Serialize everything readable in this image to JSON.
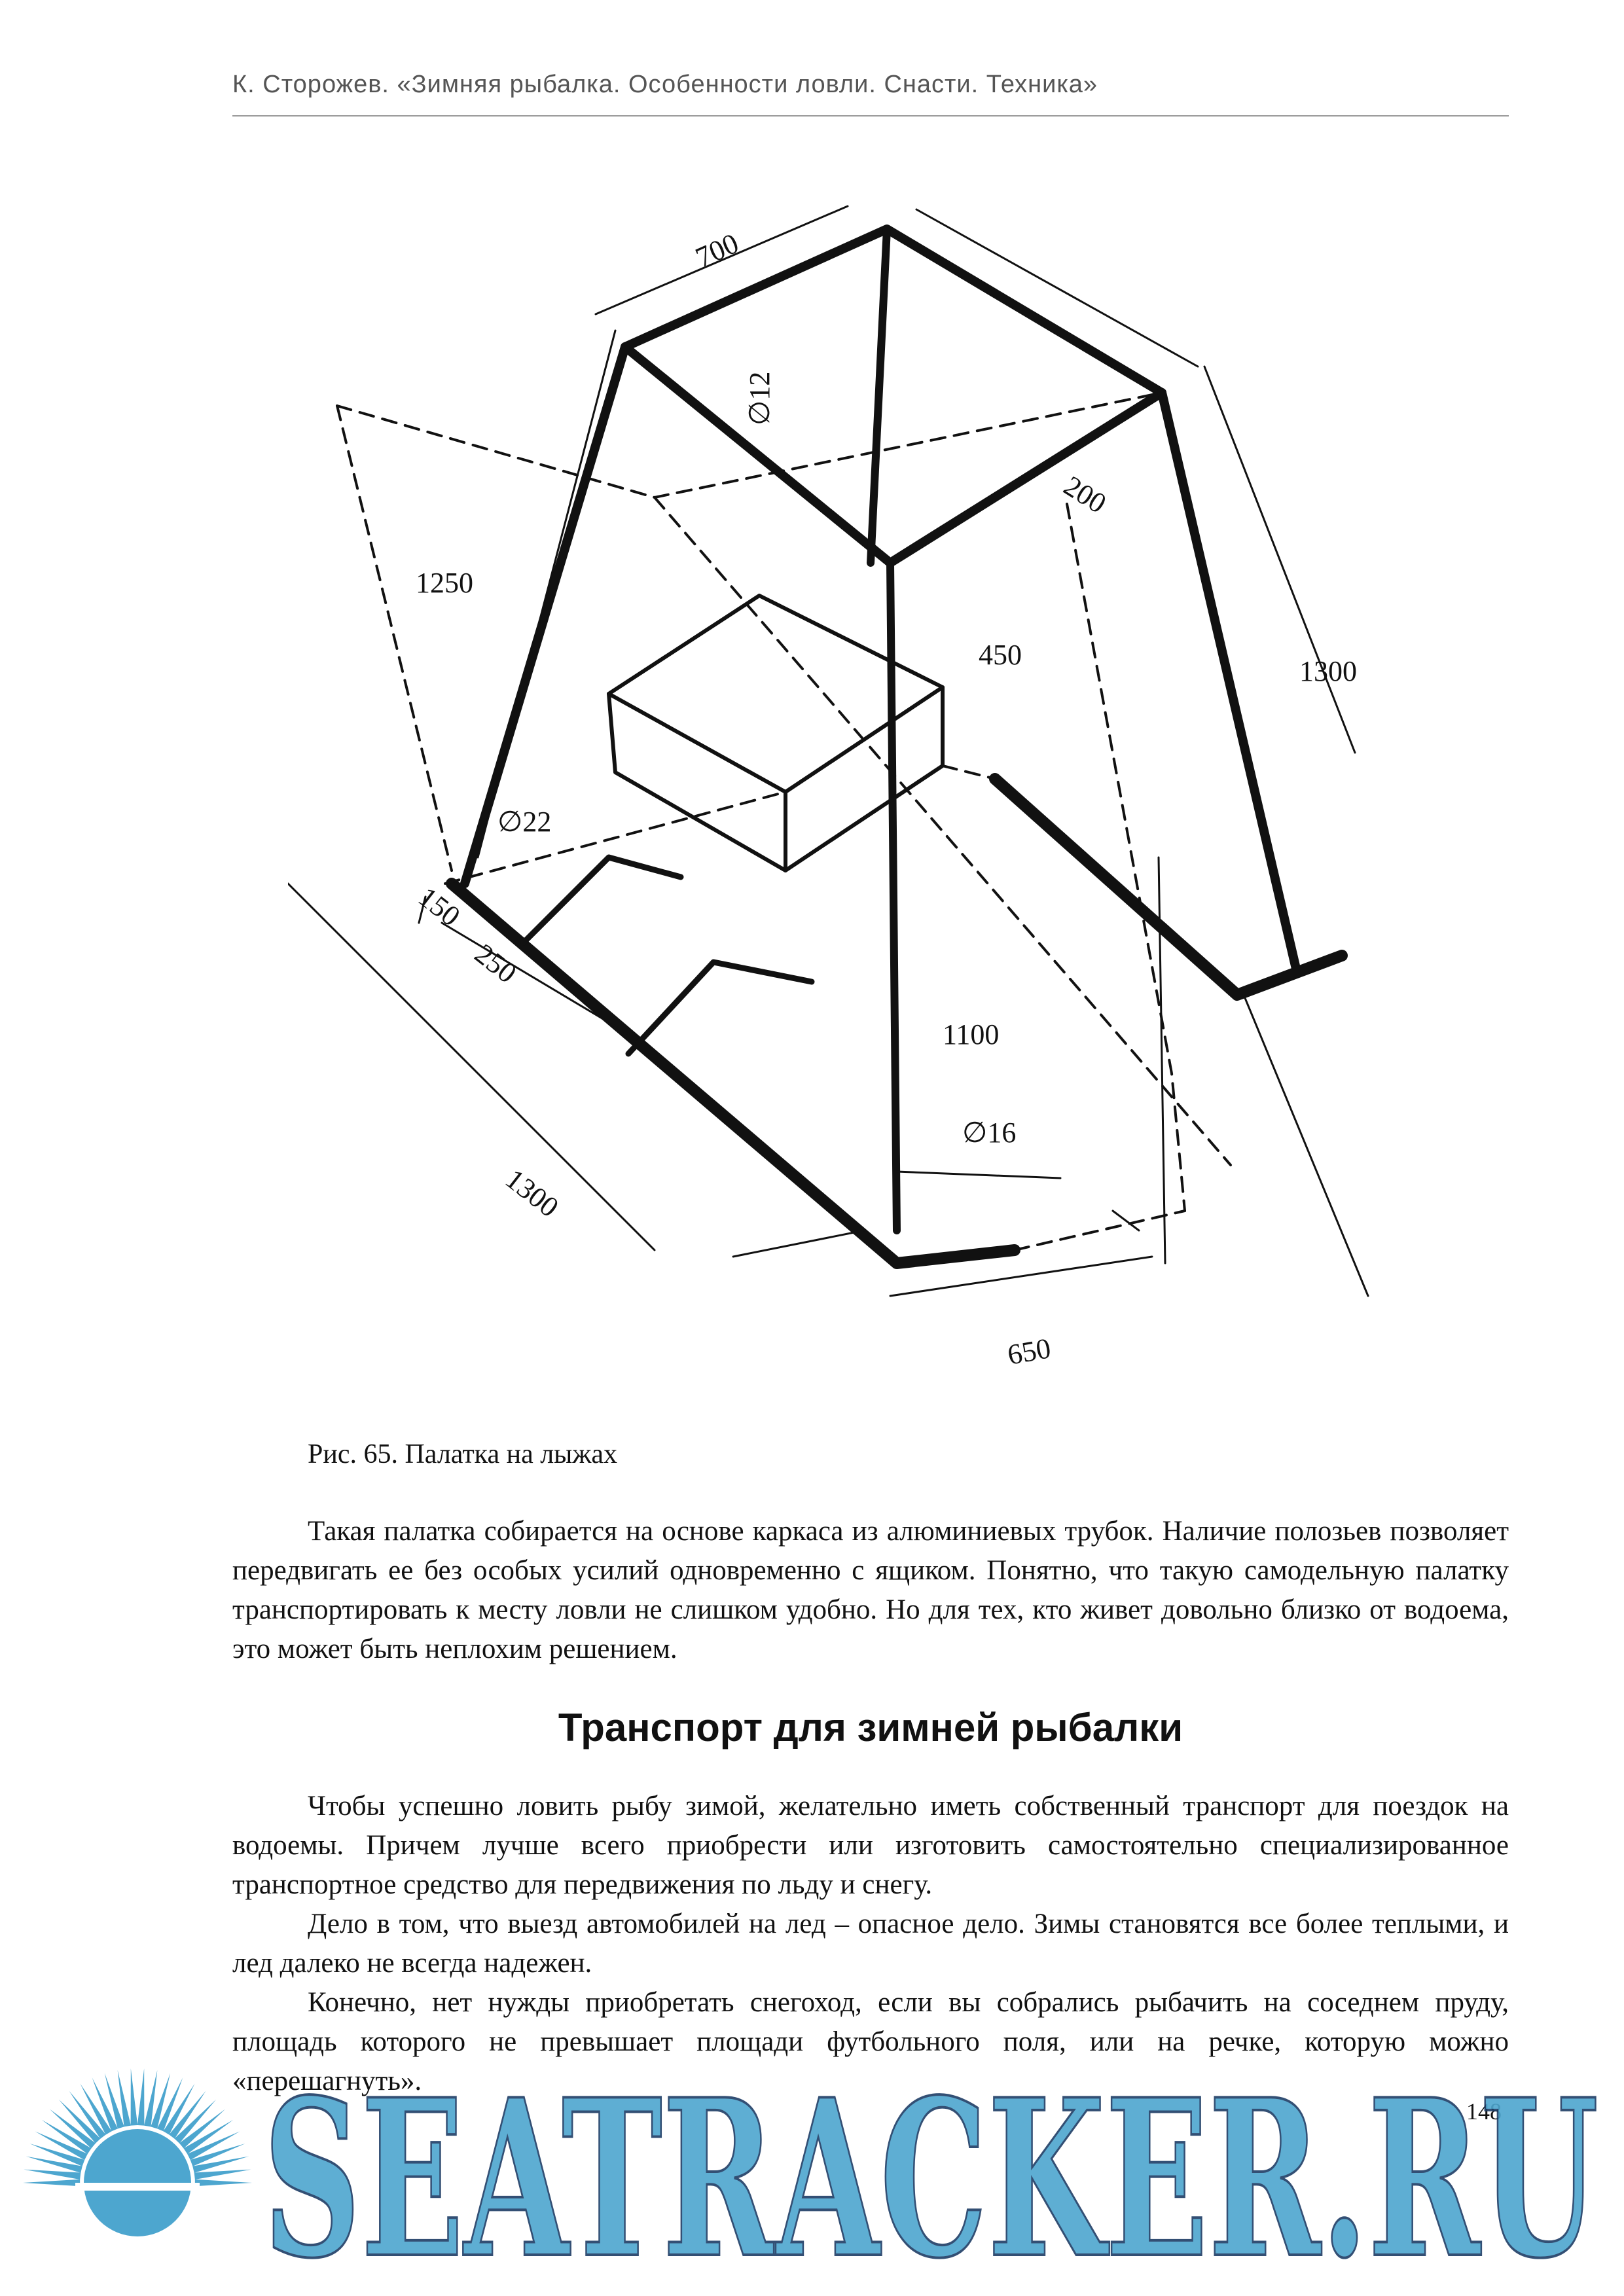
{
  "header": {
    "text": "К.  Сторожев.  «Зимняя рыбалка. Особенности ловли. Снасти. Техника»"
  },
  "figure": {
    "labels": {
      "d700": "700",
      "d12": "∅12",
      "d200": "200",
      "d1250": "1250",
      "d450": "450",
      "d1300_right": "1300",
      "d22": "∅22",
      "d150": "150",
      "d250": "250",
      "d1100": "1100",
      "d16": "∅16",
      "d1300_left": "1300",
      "d650": "650"
    },
    "caption": "Рис. 65. Палатка на лыжах"
  },
  "paragraph1": "Такая палатка собирается на основе каркаса из алюминиевых трубок. Наличие полозьев позволяет передвигать ее без особых усилий одновременно с ящиком. Понятно, что такую самодельную палатку транспортировать к месту ловли не слишком удобно. Но для тех, кто живет довольно близко от водоема, это может быть неплохим решением.",
  "heading": "Транспорт для зимней рыбалки",
  "paragraphs2": [
    "Чтобы успешно ловить рыбу зимой, желательно иметь собственный транспорт для поездок на водоемы. Причем лучше всего приобрести или изготовить самостоятельно специализированное транспортное средство для передвижения по льду и снегу.",
    "Дело в том, что выезд автомобилей на лед – опасное дело. Зимы становятся все более теплыми, и лед далеко не всегда надежен.",
    "Конечно, нет нужды приобретать снегоход, если вы собрались рыбачить на соседнем пруду, площадь которого не превышает площади футбольного поля, или на речке, которую можно «перешагнуть»."
  ],
  "page_number": "148",
  "watermark": {
    "text": "SEATRACKER.RU",
    "color": "#4da6cf"
  }
}
